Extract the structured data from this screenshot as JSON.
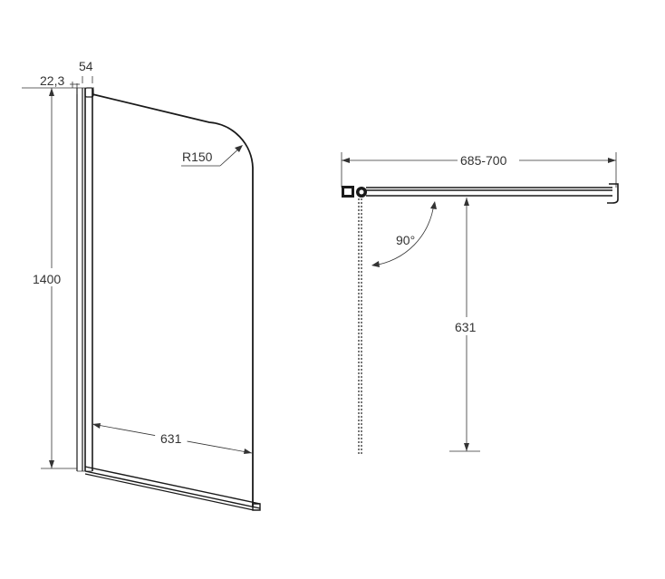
{
  "front_view": {
    "dim_profile_depth": "22,3",
    "dim_profile_width": "54",
    "dim_height": "1400",
    "dim_radius": "R150",
    "dim_panel_width": "631"
  },
  "top_view": {
    "dim_span": "685-700",
    "dim_angle": "90°",
    "dim_swing_depth": "631"
  },
  "colors": {
    "line": "#1a1a1a",
    "dimension": "#333333"
  }
}
